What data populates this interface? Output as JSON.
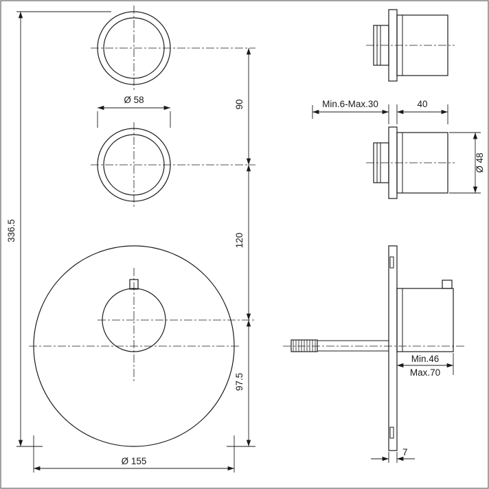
{
  "drawing": {
    "front": {
      "total_height": "336.5",
      "knob_diameter": "Ø 58",
      "knob_spacing": "90",
      "knob_to_handle": "120",
      "handle_to_bottom": "97.5",
      "plate_diameter": "Ø 155"
    },
    "side": {
      "wall_depth": "Min.6-Max.30",
      "knob_depth": "40",
      "knob_body_diameter": "Ø 48",
      "rough_in_min": "Min.46",
      "rough_in_max": "Max.70",
      "plate_thickness": "7"
    }
  }
}
